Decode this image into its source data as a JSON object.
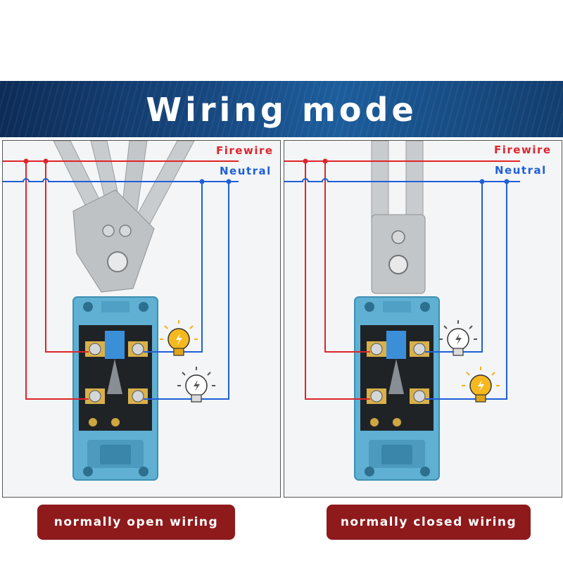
{
  "banner": {
    "title": "Wiring mode"
  },
  "panels": [
    {
      "firewire_label": "Firewire",
      "neutral_label": "Neutral",
      "caption": "normally open wiring",
      "lamps": [
        {
          "state": "on"
        },
        {
          "state": "off"
        }
      ]
    },
    {
      "firewire_label": "Firewire",
      "neutral_label": "Neutral",
      "caption": "normally closed wiring",
      "lamps": [
        {
          "state": "off"
        },
        {
          "state": "on"
        }
      ]
    }
  ],
  "colors": {
    "firewire": "#e0242b",
    "neutral": "#1f5fd8",
    "switch_body": "#5fb0d3",
    "caption_bg": "#8e1a1c",
    "banner": "#16467e"
  }
}
